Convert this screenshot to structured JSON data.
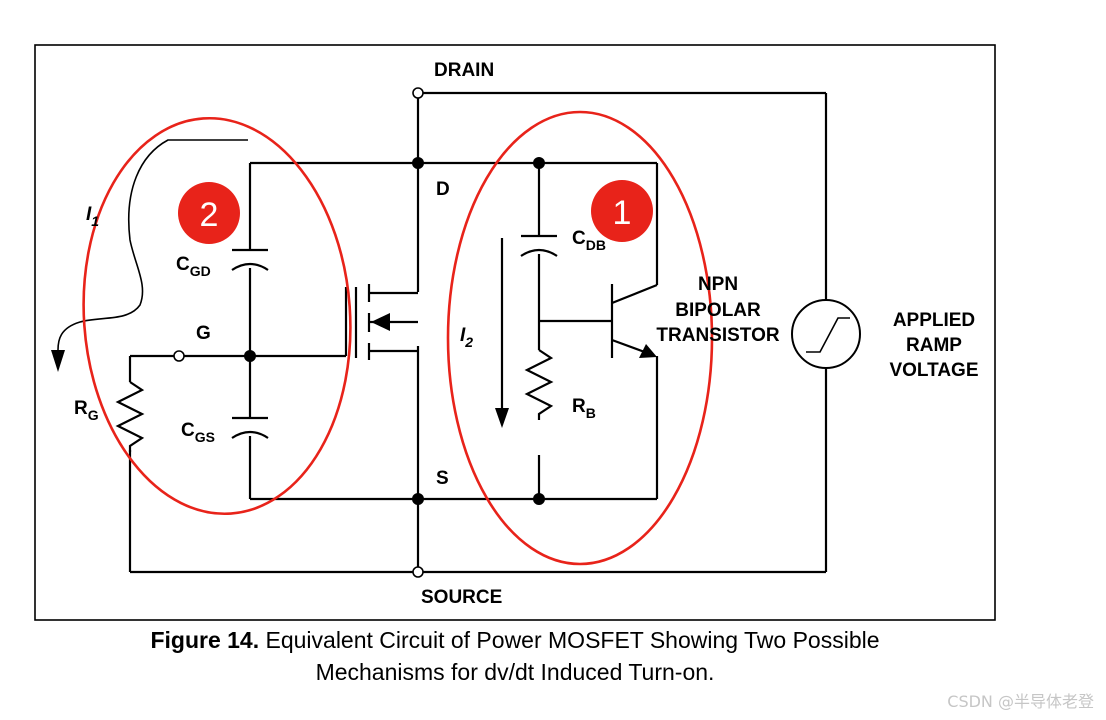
{
  "labels": {
    "drain": "DRAIN",
    "source": "SOURCE",
    "d": "D",
    "s": "S",
    "g": "G",
    "i1": "I",
    "i1_sub": "1",
    "i2": "I",
    "i2_sub": "2",
    "cgd": "C",
    "cgd_sub": "GD",
    "cgs": "C",
    "cgs_sub": "GS",
    "cdb": "C",
    "cdb_sub": "DB",
    "rg": "R",
    "rg_sub": "G",
    "rb": "R",
    "rb_sub": "B",
    "npn_line1": "NPN",
    "npn_line2": "BIPOLAR",
    "npn_line3": "TRANSISTOR",
    "ramp_line1": "APPLIED",
    "ramp_line2": "RAMP",
    "ramp_line3": "VOLTAGE"
  },
  "badges": {
    "one": "1",
    "two": "2"
  },
  "colors": {
    "highlight": "#e8231a",
    "ink": "#000000"
  },
  "caption": {
    "figure": "Figure 14.",
    "line1": " Equivalent Circuit of Power MOSFET Showing Two Possible",
    "line2": "Mechanisms for dv/dt Induced Turn-on."
  },
  "watermark": "CSDN @半导体老登"
}
